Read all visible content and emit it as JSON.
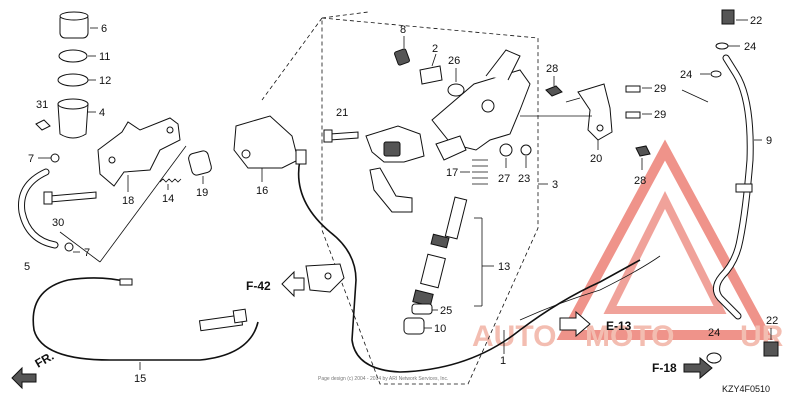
{
  "diagram_code": "KZY4F0510",
  "copyright_note": "Page design (c) 2004 - 2014 by ARI Network Services, Inc.",
  "watermark": {
    "word_left": "AUTO",
    "word_mid": "MOTO",
    "word_right": "UR",
    "color": "#f0a898",
    "accent": "#e03020"
  },
  "labels": [
    {
      "id": "p6",
      "text": "6"
    },
    {
      "id": "p11",
      "text": "11"
    },
    {
      "id": "p12",
      "text": "12"
    },
    {
      "id": "p4",
      "text": "4"
    },
    {
      "id": "p31",
      "text": "31"
    },
    {
      "id": "p7a",
      "text": "7"
    },
    {
      "id": "p30",
      "text": "30"
    },
    {
      "id": "p7b",
      "text": "7"
    },
    {
      "id": "p5",
      "text": "5"
    },
    {
      "id": "p18",
      "text": "18"
    },
    {
      "id": "p14",
      "text": "14"
    },
    {
      "id": "p19",
      "text": "19"
    },
    {
      "id": "p16",
      "text": "16"
    },
    {
      "id": "p15",
      "text": "15"
    },
    {
      "id": "p8",
      "text": "8"
    },
    {
      "id": "p2",
      "text": "2"
    },
    {
      "id": "p26",
      "text": "26"
    },
    {
      "id": "p21",
      "text": "21"
    },
    {
      "id": "p28a",
      "text": "28"
    },
    {
      "id": "p29a",
      "text": "29"
    },
    {
      "id": "p29b",
      "text": "29"
    },
    {
      "id": "p27",
      "text": "27"
    },
    {
      "id": "p23",
      "text": "23"
    },
    {
      "id": "p17",
      "text": "17"
    },
    {
      "id": "p3",
      "text": "3"
    },
    {
      "id": "p20",
      "text": "20"
    },
    {
      "id": "p28b",
      "text": "28"
    },
    {
      "id": "p13",
      "text": "13"
    },
    {
      "id": "p25",
      "text": "25"
    },
    {
      "id": "p10",
      "text": "10"
    },
    {
      "id": "p1",
      "text": "1"
    },
    {
      "id": "p22a",
      "text": "22"
    },
    {
      "id": "p24a",
      "text": "24"
    },
    {
      "id": "p24b",
      "text": "24"
    },
    {
      "id": "p9",
      "text": "9"
    },
    {
      "id": "p24c",
      "text": "24"
    },
    {
      "id": "p22b",
      "text": "22"
    }
  ],
  "references": [
    {
      "id": "f42",
      "text": "F-42"
    },
    {
      "id": "f13",
      "text": "E-13"
    },
    {
      "id": "f18",
      "text": "F-18"
    }
  ],
  "front_arrow": "FR."
}
